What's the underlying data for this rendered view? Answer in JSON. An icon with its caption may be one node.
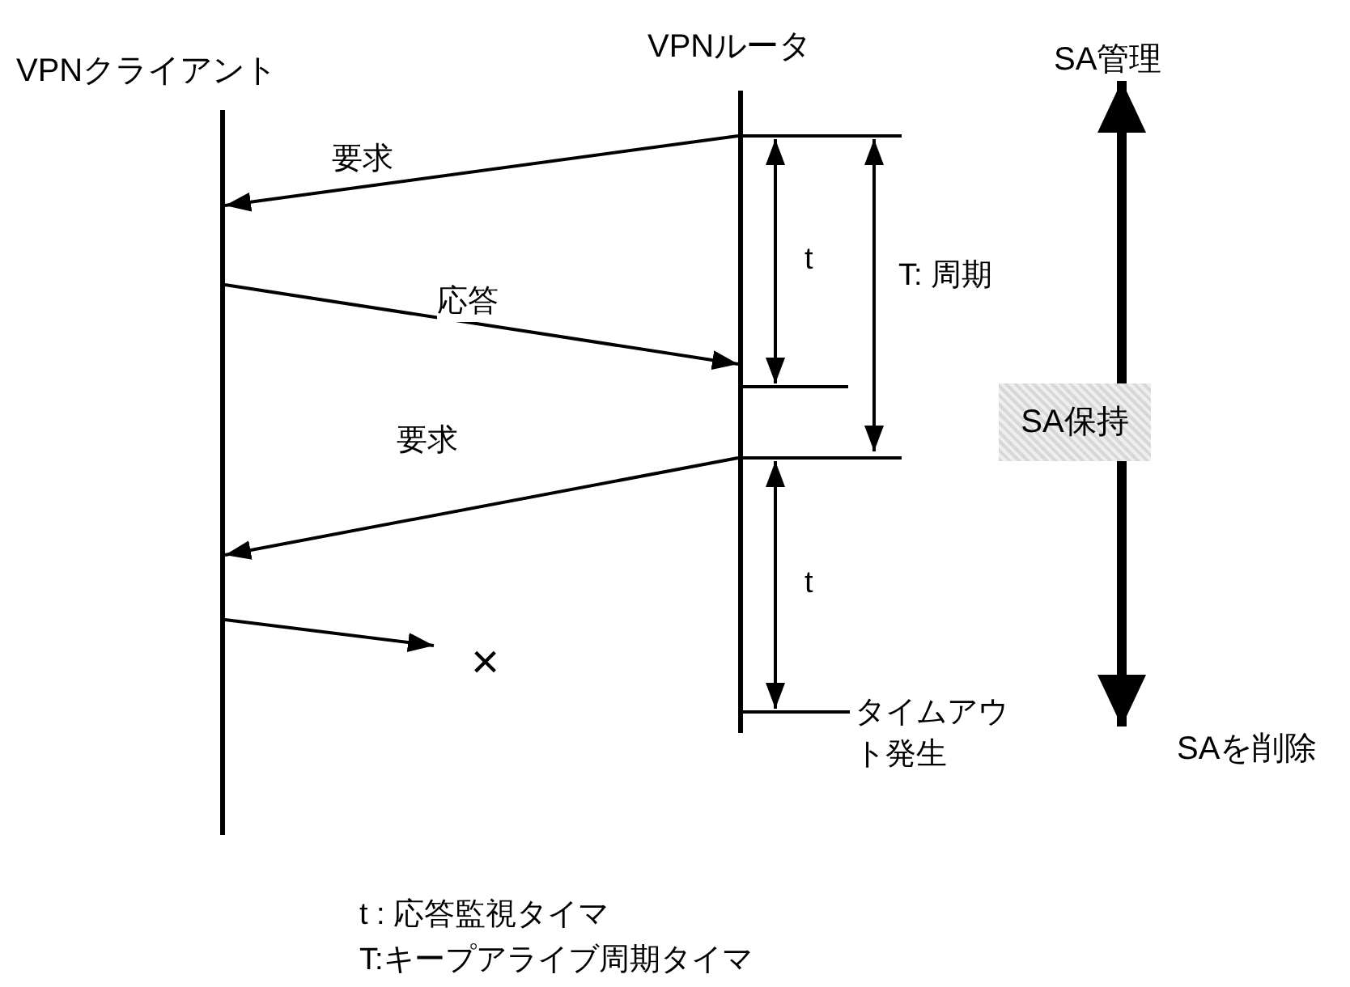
{
  "diagram": {
    "nodes": [
      {
        "text": [
          "VPNクライアント"
        ]
      },
      {
        "text": [
          "VPNルータ"
        ]
      },
      {
        "text": [
          "×"
        ]
      },
      {
        "text": [
          "SA管理"
        ]
      },
      {
        "text": [
          "SA保持"
        ]
      },
      {
        "text": [
          "SAを削除"
        ]
      }
    ],
    "edges": [
      {
        "from": 1,
        "to": 0,
        "arrow": "to",
        "label": "要求"
      },
      {
        "from": 0,
        "to": 1,
        "arrow": "to",
        "label": "応答"
      },
      {
        "from": 1,
        "to": 0,
        "arrow": "to",
        "label": "要求"
      },
      {
        "from": 0,
        "to": 2,
        "arrow": "to"
      },
      {
        "from": 4,
        "to": 3,
        "arrow": "to",
        "style": "thick"
      },
      {
        "from": 4,
        "to": 5,
        "arrow": "to",
        "style": "thick"
      }
    ],
    "labels": [
      "t",
      "T: 周期",
      "t",
      "タイムアウト発生",
      "t : 応答監視タイマ",
      "T:キープアライブ周期タイマ"
    ]
  }
}
